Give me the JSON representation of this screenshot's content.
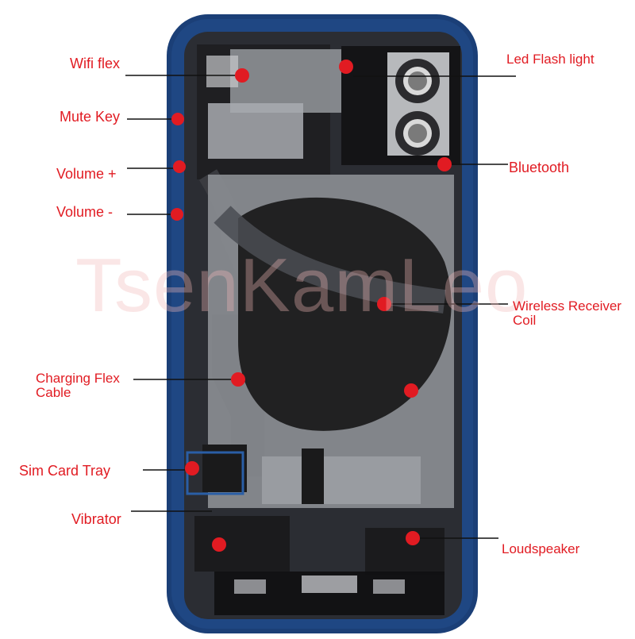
{
  "image": {
    "subject": "phone-rear-housing-internals",
    "palette": {
      "frame": "#1b3f77",
      "frame_edge": "#2a5ea6",
      "board_dark": "#1b1b1b",
      "shield": "#9b9ea2",
      "marker_red": "#e11b22",
      "label_red": "#e11b22",
      "leader_line": "#111111"
    },
    "watermark": "TsenKamLeo"
  },
  "labels": {
    "wifi_flex": "Wifi flex",
    "mute_key": "Mute Key",
    "volume_plus": "Volume +",
    "volume_minus": "Volume -",
    "charging_flex": [
      "Charging Flex",
      "Cable"
    ],
    "sim_tray": "Sim Card Tray",
    "vibrator": "Vibrator",
    "led_flash": "Led Flash light",
    "bluetooth": "Bluetooth",
    "wireless_coil": [
      "Wireless Receiver",
      "Coil"
    ],
    "loudspeaker": "Loudspeaker"
  }
}
